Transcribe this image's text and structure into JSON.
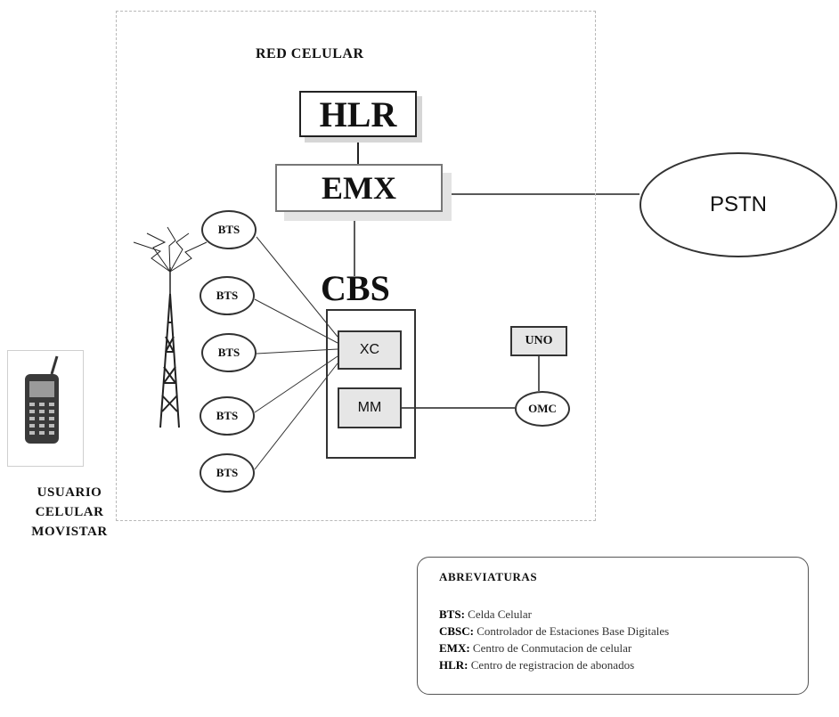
{
  "diagram": {
    "title": "RED CELULAR",
    "nodes": {
      "hlr": "HLR",
      "emx": "EMX",
      "cbs": "CBS",
      "xc": "XC",
      "mm": "MM",
      "uno": "UNO",
      "omc": "OMC",
      "pstn": "PSTN",
      "bts": [
        "BTS",
        "BTS",
        "BTS",
        "BTS",
        "BTS"
      ]
    },
    "user_label": [
      "USUARIO",
      "CELULAR",
      "MOVISTAR"
    ]
  },
  "abbreviations": {
    "title": "ABREVIATURAS",
    "items": [
      {
        "term": "BTS:",
        "definition": "Celda Celular"
      },
      {
        "term": "CBSC:",
        "definition": "Controlador de Estaciones Base Digitales"
      },
      {
        "term": "EMX:",
        "definition": "Centro de Conmutacion de celular"
      },
      {
        "term": "HLR:",
        "definition": "Centro de registracion de abonados"
      }
    ]
  }
}
